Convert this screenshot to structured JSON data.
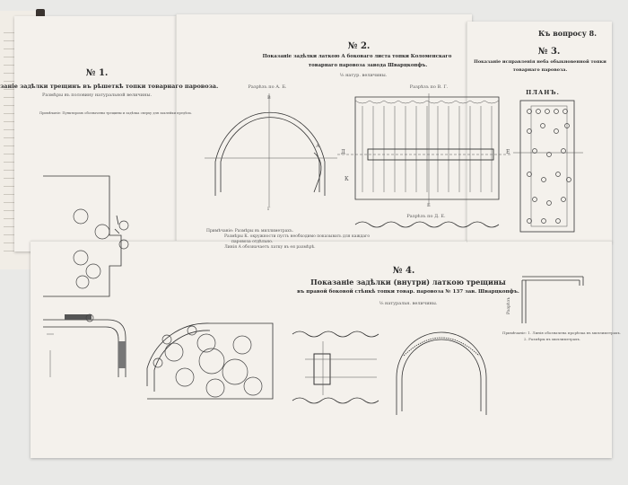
{
  "corner_tag": "Къ вопросу 8.",
  "fig1": {
    "number": "№ 1.",
    "title": "Показаніе задѣлки трещинъ въ рѣшеткѣ топки товарнаго паровоза.",
    "scale": "Размѣры въ половину натуральной величины.",
    "note": "Примѣчаніе: Пунктиромъ обозначены трещины и задѣлка сверху для заклейки предѣла."
  },
  "fig2": {
    "number": "№ 2.",
    "title_line1": "Показаніе задѣлки латкою А боковаго листа топки Коломенскаго",
    "title_line2": "товарнаго паровоза завода Шварцкопфъ.",
    "scale": "⅛ натур. величины.",
    "section_ab": "Разрѣзъ по А. Б.",
    "section_vg": "Разрѣзъ по В. Г.",
    "section_de": "Разрѣзъ по Д. Е.",
    "note_line1": "Примѣчаніе: Размѣры въ миллиметрахъ.",
    "note_line2": "Размѣры К. окружности пусть необходимо показывать для каждаго",
    "note_line3": "паровоза отдѣльно.",
    "note_line4": "Линія А обозначаетъ латку въ ея размѣрѣ."
  },
  "fig3": {
    "number": "№ 3.",
    "title_line1": "Показаніе исправленія неба обыкновенной топки",
    "title_line2": "товарнаго паровоза.",
    "plan_label": "ПЛАНЪ."
  },
  "fig4": {
    "number": "№ 4.",
    "title": "Показаніе задѣлки (внутри) латкою трещины",
    "subtitle": "въ правой боковой стѣнкѣ топки товар. паровоза № 137 зав. Шварцкопфъ.",
    "scale": "⅛ натуральн. величины.",
    "note_line1": "Примѣчаніе: 1. Линія обозначена прорѣзка въ миллиметрахъ.",
    "note_line2": "2. Размѣры въ миллиметрахъ.",
    "side_label": "Разрѣзъ"
  },
  "letters": {
    "A": "А",
    "B": "Б",
    "V": "В",
    "G": "Г",
    "D": "Д",
    "E": "Е",
    "K": "К"
  }
}
